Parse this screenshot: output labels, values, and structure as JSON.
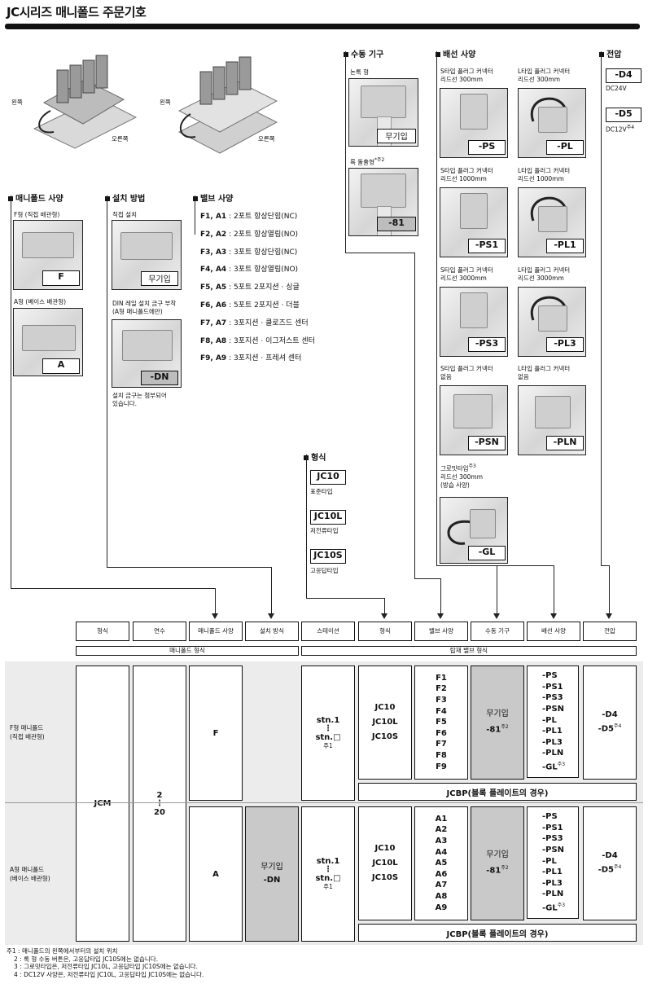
{
  "page_title": "JC시리즈 매니폴드 주문기호",
  "product_photos": {
    "left": "왼쪽",
    "right": "오른쪽"
  },
  "sections": {
    "manual": {
      "title": "수동 기구",
      "items": [
        {
          "caption": "논록 형",
          "code": "무기입"
        },
        {
          "caption": "록 돌출형",
          "note_ref": "*주2",
          "code": "-81"
        }
      ]
    },
    "wiring": {
      "title": "배선 사양",
      "items": [
        {
          "l1": "S타입 플러그 커넥터",
          "l2": "리드선 300mm",
          "code": "-PS"
        },
        {
          "l1": "L타입 플러그 커넥터",
          "l2": "리드선 300mm",
          "code": "-PL"
        },
        {
          "l1": "S타입 플러그 커넥터",
          "l2": "리드선 1000mm",
          "code": "-PS1"
        },
        {
          "l1": "L타입 플러그 커넥터",
          "l2": "리드선 1000mm",
          "code": "-PL1"
        },
        {
          "l1": "S타입 플러그 커넥터",
          "l2": "리드선 3000mm",
          "code": "-PS3"
        },
        {
          "l1": "L타입 플러그 커넥터",
          "l2": "리드선 3000mm",
          "code": "-PL3"
        },
        {
          "l1": "S타입 플러그 커넥터",
          "l2": "없음",
          "code": "-PSN"
        },
        {
          "l1": "L타입 플러그 커넥터",
          "l2": "없음",
          "code": "-PLN"
        }
      ],
      "grommet": {
        "l1": "그로밋타입",
        "note_ref": "주3",
        "l2": "리드선 300mm",
        "l3": "(방습 사양)",
        "code": "-GL"
      }
    },
    "voltage": {
      "title": "전압",
      "items": [
        {
          "code": "-D4",
          "desc": "DC24V",
          "note_ref": ""
        },
        {
          "code": "-D5",
          "desc": "DC12V",
          "note_ref": "주4"
        }
      ]
    },
    "manifold": {
      "title": "매니폴드 사양",
      "items": [
        {
          "caption": "F형 (직접 배관형)",
          "code": "F"
        },
        {
          "caption": "A형 (베이스 배관형)",
          "code": "A"
        }
      ]
    },
    "mounting": {
      "title": "설치 방법",
      "direct_caption": "직접 설치",
      "direct_code": "무기입",
      "din_caption_1": "DIN 레일 설치 금구 부착",
      "din_caption_2": "(A형 매니폴드에만)",
      "din_code": "-DN",
      "footnote_1": "설치 금구는 첨부되어",
      "footnote_2": "있습니다."
    },
    "valve_spec": {
      "title": "밸브 사양",
      "items": [
        {
          "codes": "F1, A1",
          "desc": " : 2포트 항상단힘(NC)"
        },
        {
          "codes": "F2, A2",
          "desc": " : 2포트 항상열림(NO)"
        },
        {
          "codes": "F3, A3",
          "desc": " : 3포트 항상단힘(NC)"
        },
        {
          "codes": "F4, A4",
          "desc": " : 3포트 항상열림(NO)"
        },
        {
          "codes": "F5, A5",
          "desc": " : 5포트 2포지션 · 싱글"
        },
        {
          "codes": "F6, A6",
          "desc": " : 5포트 2포지션 · 더블"
        },
        {
          "codes": "F7, A7",
          "desc": " : 3포지션 · 클로즈드 센터"
        },
        {
          "codes": "F8, A8",
          "desc": " : 3포지션 · 이그저스트 센터"
        },
        {
          "codes": "F9, A9",
          "desc": " : 3포지션 · 프레셔 센터"
        }
      ]
    },
    "model": {
      "title": "형식",
      "items": [
        {
          "code": "JC10",
          "desc": "표준타입"
        },
        {
          "code": "JC10L",
          "desc": "저전류타입"
        },
        {
          "code": "JC10S",
          "desc": "고응답타입"
        }
      ]
    }
  },
  "table": {
    "headers": [
      "형식",
      "연수",
      "매니폴드 사양",
      "설치 방식",
      "스테이션",
      "형식",
      "밸브 사양",
      "수동 기구",
      "배선 사양",
      "전압"
    ],
    "group_left": "매니폴드 형식",
    "group_right": "탑재 밸브 형식",
    "model": "JCM",
    "stations": {
      "from": "2",
      "dots": "⋮",
      "to": "20"
    },
    "rows": [
      {
        "label_1": "F형 매니폴드",
        "label_2": "(직접 배관형)",
        "manifold": "F",
        "mounting_1": "",
        "mounting_2": "",
        "stn_1": "stn.1",
        "stn_dots": "⋮",
        "stn_n": "stn.□",
        "stn_note": "주1",
        "models": [
          "JC10",
          "JC10L",
          "JC10S"
        ],
        "valves": [
          "F1",
          "F2",
          "F3",
          "F4",
          "F5",
          "F6",
          "F7",
          "F8",
          "F9"
        ],
        "manual_1": "무기입",
        "manual_2": "-81",
        "manual_note": "주2",
        "wiring": [
          "-PS",
          "-PS1",
          "-PS3",
          "-PSN",
          "-PL",
          "-PL1",
          "-PL3",
          "-PLN"
        ],
        "wiring_last": "-GL",
        "wiring_note": "주3",
        "voltage_1": "-D4",
        "voltage_2": "-D5",
        "voltage_note": "주4",
        "blank_plate": "JCBP(블록 플레이트의 경우)"
      },
      {
        "label_1": "A형 매니폴드",
        "label_2": "(베이스 배관형)",
        "manifold": "A",
        "mounting_1": "무기입",
        "mounting_2": "-DN",
        "stn_1": "stn.1",
        "stn_dots": "⋮",
        "stn_n": "stn.□",
        "stn_note": "주1",
        "models": [
          "JC10",
          "JC10L",
          "JC10S"
        ],
        "valves": [
          "A1",
          "A2",
          "A3",
          "A4",
          "A5",
          "A6",
          "A7",
          "A8",
          "A9"
        ],
        "manual_1": "무기입",
        "manual_2": "-81",
        "manual_note": "주2",
        "wiring": [
          "-PS",
          "-PS1",
          "-PS3",
          "-PSN",
          "-PL",
          "-PL1",
          "-PL3",
          "-PLN"
        ],
        "wiring_last": "-GL",
        "wiring_note": "주3",
        "voltage_1": "-D4",
        "voltage_2": "-D5",
        "voltage_note": "주4",
        "blank_plate": "JCBP(블록 플레이트의 경우)"
      }
    ]
  },
  "notes": [
    "주1 : 매니폴드의 왼쪽에서부터의 설치 위치",
    "2 : 록 형 수동 버튼은, 고응답타입 JC10S에는 없습니다.",
    "3 : 그로밋타입은, 저전류타입 JC10L, 고응답타입 JC10S에는 없습니다.",
    "4 : DC12V 사양은, 저전류타입 JC10L, 고응답타입 JC10S에는 없습니다."
  ]
}
